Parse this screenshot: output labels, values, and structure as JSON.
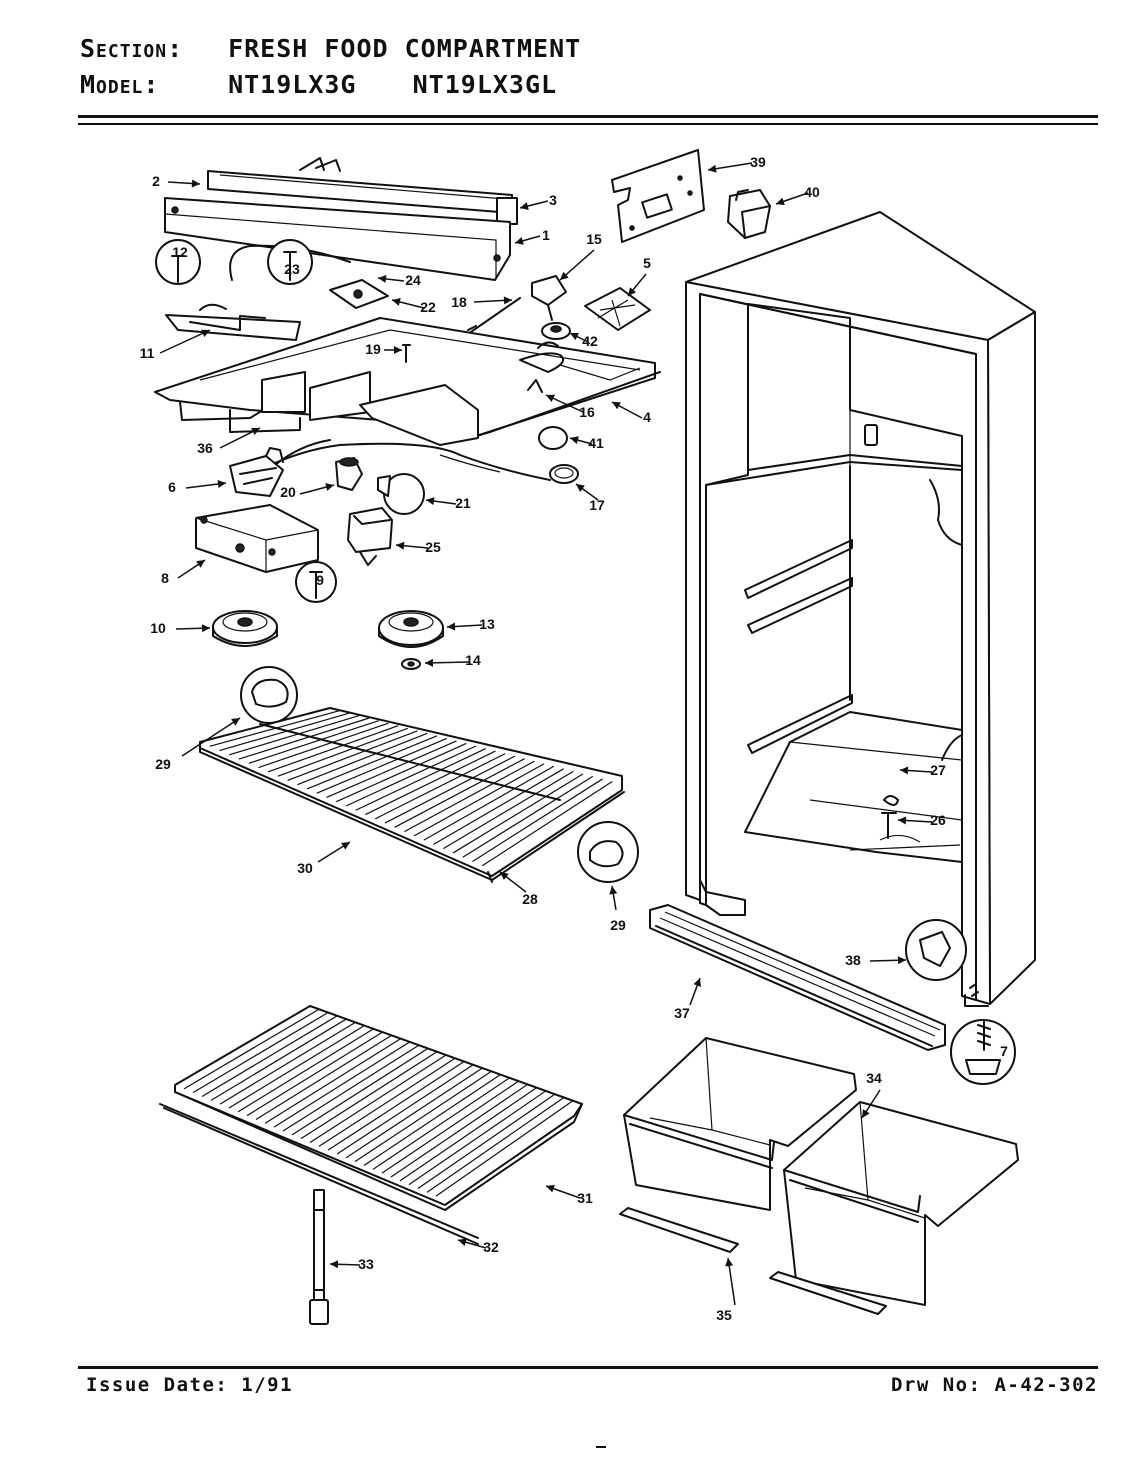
{
  "header": {
    "section_label": "Section:",
    "section_value": "FRESH FOOD COMPARTMENT",
    "model_label": "Model:",
    "model_values": [
      "NT19LX3G",
      "NT19LX3GL"
    ]
  },
  "footer": {
    "issue_date": "Issue Date: 1/91",
    "drawing_number": "Drw No: A-42-302"
  },
  "callouts": [
    "1",
    "2",
    "3",
    "4",
    "5",
    "6",
    "7",
    "8",
    "9",
    "10",
    "11",
    "12",
    "13",
    "14",
    "15",
    "16",
    "17",
    "18",
    "19",
    "20",
    "21",
    "22",
    "23",
    "24",
    "25",
    "26",
    "27",
    "28",
    "29",
    "29",
    "30",
    "31",
    "32",
    "33",
    "34",
    "35",
    "36",
    "37",
    "38",
    "39",
    "40",
    "41",
    "42"
  ]
}
